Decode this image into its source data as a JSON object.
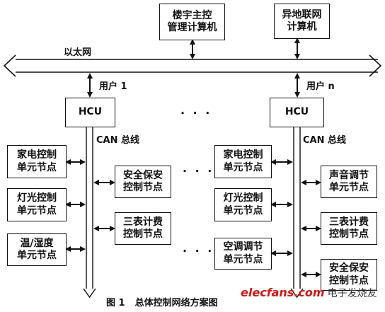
{
  "top_boxes": {
    "building": "楼宇主控\n管理计算机",
    "remote": "异地联网\n计算机"
  },
  "ethernet_label": "以太网",
  "user_labels": [
    "用户 1",
    "用户 n"
  ],
  "hcu_labels": [
    "HCU",
    "HCU"
  ],
  "can_labels": [
    "CAN 总线",
    "CAN 总线"
  ],
  "ellipsis": "· · ·",
  "left_nodes": [
    "家电控制\n单元节点",
    "灯光控制\n单元节点",
    "温/湿度\n单元节点"
  ],
  "left_right_nodes": [
    "安全保安\n控制节点",
    "三表计费\n控制节点"
  ],
  "right_left_nodes": [
    "家电控制\n单元节点",
    "灯光控制\n单元节点",
    "空调调节\n单元节点"
  ],
  "right_right_nodes": [
    "声音调节\n单元节点",
    "三表计费\n控制节点",
    "安全保安\n控制节点"
  ],
  "caption": {
    "num": "图 1",
    "text": "总体控制网络方案图"
  },
  "watermark": {
    "brand": "elecfans.com",
    "cn": "电子发烧友"
  }
}
